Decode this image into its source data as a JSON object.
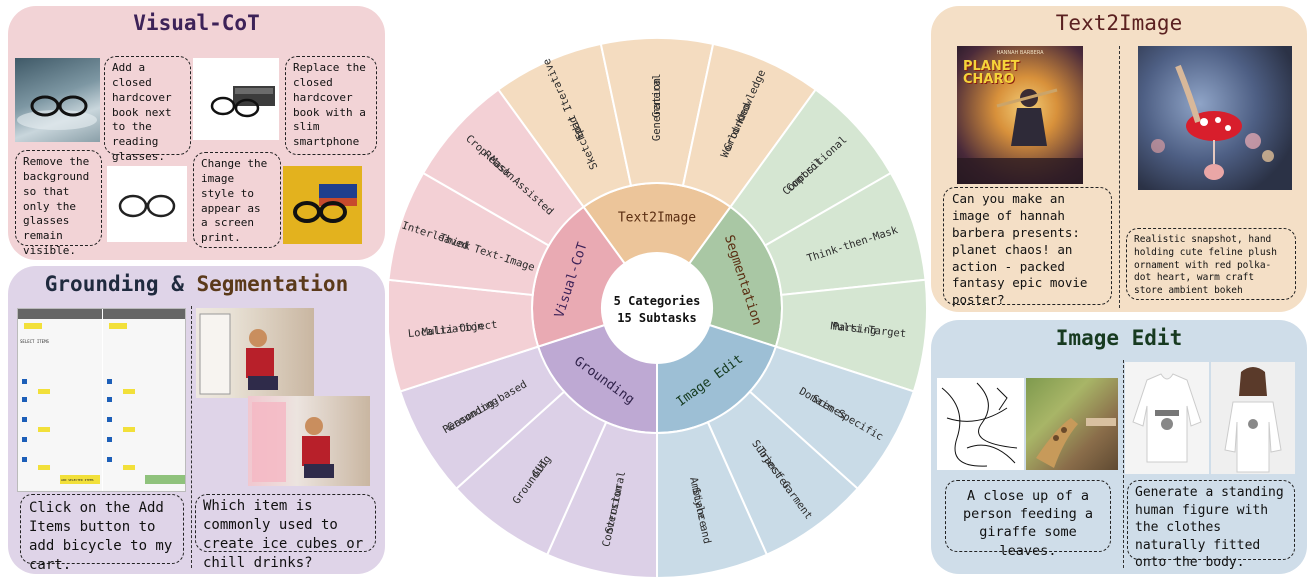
{
  "center": {
    "line1": "5 Categories",
    "line2": "15 Subtasks"
  },
  "categories": [
    {
      "key": "text2image",
      "label": "Text2Image",
      "inner": "#ecc59a",
      "outer": "#f4dcc0",
      "text": "#5a2e12",
      "subtasks": [
        "Sketchpad Iterative Edit",
        "General Generation",
        "World-Knowledge Grounded"
      ]
    },
    {
      "key": "segmentation",
      "label": "Segmentation",
      "inner": "#a9c7a4",
      "outer": "#d5e6d2",
      "text": "#5a2e12",
      "subtasks": [
        "Compositional Control",
        "Think-then-Mask",
        "Multi-Target Parsing"
      ]
    },
    {
      "key": "image_edit",
      "label": "Image Edit",
      "inner": "#9dbfd5",
      "outer": "#c9dbe7",
      "text": "#163b20",
      "subtasks": [
        "Domain-Specific Scenes",
        "Subject Garment Transfer",
        "Style and Ambiance"
      ]
    },
    {
      "key": "grounding",
      "label": "Grounding",
      "inner": "#bea9d3",
      "outer": "#dcd0e7",
      "text": "#2f2149",
      "subtasks": [
        "Structural Conversion",
        "GUI Grounding",
        "Reasoning-based Grounding"
      ]
    },
    {
      "key": "visual_cot",
      "label": "Visual-CoT",
      "inner": "#e9aab3",
      "outer": "#f3d0d5",
      "text": "#3d2258",
      "subtasks": [
        "Multi-Object Localization",
        "Interleaved Text-Image Think",
        "Crop-Mask Assisted Reason"
      ]
    }
  ],
  "panels": {
    "visual_cot": {
      "title": "Visual-CoT",
      "notes": [
        "Add a closed hardcover book next to the reading glasses.",
        "Replace the closed hardcover book with a slim smartphone",
        "Remove the background so that only the glasses remain visible.",
        "Change the image style to appear as a screen print."
      ]
    },
    "grounding": {
      "title_part1": "Grounding",
      "title_amp": " & ",
      "title_part2": "Segmentation",
      "notes": [
        "Click on the Add Items button to add bicycle to my cart.",
        "Which item is commonly used to create ice cubes or chill drinks?"
      ],
      "screen_header": "SELECT ITEMS",
      "screen_button": "ADD SELECTED ITEMS"
    },
    "text2image": {
      "title": "Text2Image",
      "poster_top": "HANNAH BARBERA",
      "poster_title": "PLANET CHARO",
      "notes": [
        "Can you make an image of hannah barbera presents: planet chaos! an action - packed fantasy epic movie poster?",
        "Realistic snapshot, hand holding cute feline plush ornament with red polka-dot heart, warm craft store ambient bokeh"
      ]
    },
    "image_edit": {
      "title": "Image Edit",
      "notes": [
        "A close up of a person feeding a giraffe some leaves.",
        "Generate a standing human figure with the clothes naturally fitted onto the body."
      ]
    }
  },
  "colors": {
    "visual_cot_panel": "#f2d3d6",
    "grounding_panel": "#dfd4e8",
    "text2image_panel": "#f4dfc6",
    "image_edit_panel": "#cfdde9",
    "visual_cot_title": "#3d2258",
    "grounding_title": "#1f2a3e",
    "segmentation_title": "#5b3a1a",
    "text2image_title": "#5a2020",
    "image_edit_title": "#173a20"
  }
}
